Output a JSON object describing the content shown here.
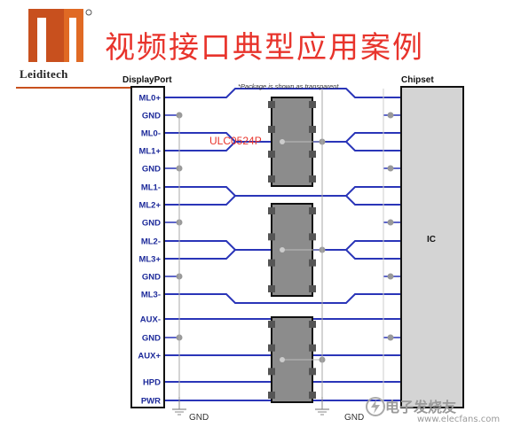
{
  "header": {
    "brand": "Leiditech",
    "title": "视频接口典型应用案例"
  },
  "diagram": {
    "left_block_title": "DisplayPort",
    "right_block_title": "Chipset",
    "package_note": "*Package is shown as transparent",
    "part_label": "ULC0524P",
    "ic_label": "IC",
    "gnd_label": "GND",
    "pins": [
      "ML0+",
      "GND",
      "ML0-",
      "ML1+",
      "GND",
      "ML1-",
      "ML2+",
      "GND",
      "ML2-",
      "ML3+",
      "GND",
      "ML3-",
      "AUX-",
      "GND",
      "AUX+",
      "HPD",
      "PWR"
    ]
  },
  "watermark": {
    "text": "电子发烧友",
    "sub": "www.elecfans.com"
  },
  "colors": {
    "accent": "#e8342c",
    "trace": "#2a35b8",
    "package": "#8c8c8c",
    "ic_fill": "#d4d4d4"
  }
}
